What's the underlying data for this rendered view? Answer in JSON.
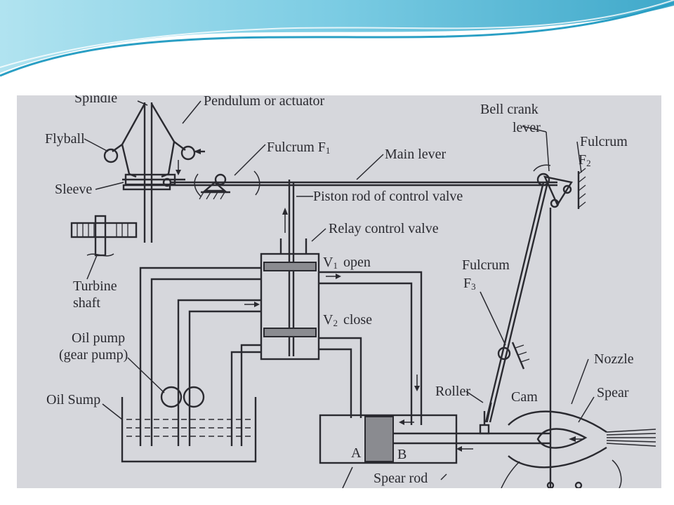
{
  "slide": {
    "theme_colors": {
      "wave_dark": "#2a9fc4",
      "wave_light": "#a8e0ee",
      "photo_bg": "#d6d7dc",
      "ink": "#2a2a30"
    }
  },
  "diagram": {
    "labels": {
      "spindle": "Spindle",
      "pendulum": "Pendulum or actuator",
      "flyball": "Flyball",
      "sleeve": "Sleeve",
      "fulcrum_f1": "Fulcrum F",
      "fulcrum_f1_sub": "1",
      "main_lever": "Main lever",
      "bell_crank_1": "Bell crank",
      "bell_crank_2": "lever",
      "fulcrum_f2": "Fulcrum",
      "fulcrum_f2_letter": "F",
      "fulcrum_f2_sub": "2",
      "piston_rod": "Piston rod of control valve",
      "relay_valve": "Relay control valve",
      "turbine_1": "Turbine",
      "turbine_2": "shaft",
      "v1_letter": "V",
      "v1_sub": "1",
      "v1_text": "open",
      "v2_letter": "V",
      "v2_sub": "2",
      "v2_text": "close",
      "fulcrum_f3": "Fulcrum",
      "fulcrum_f3_letter": "F",
      "fulcrum_f3_sub": "3",
      "oil_pump_1": "Oil pump",
      "oil_pump_2": "(gear pump)",
      "nozzle": "Nozzle",
      "spear": "Spear",
      "roller": "Roller",
      "cam": "Cam",
      "oil_sump": "Oil Sump",
      "chamber_a": "A",
      "chamber_b": "B",
      "spear_rod": "Spear rod"
    }
  }
}
